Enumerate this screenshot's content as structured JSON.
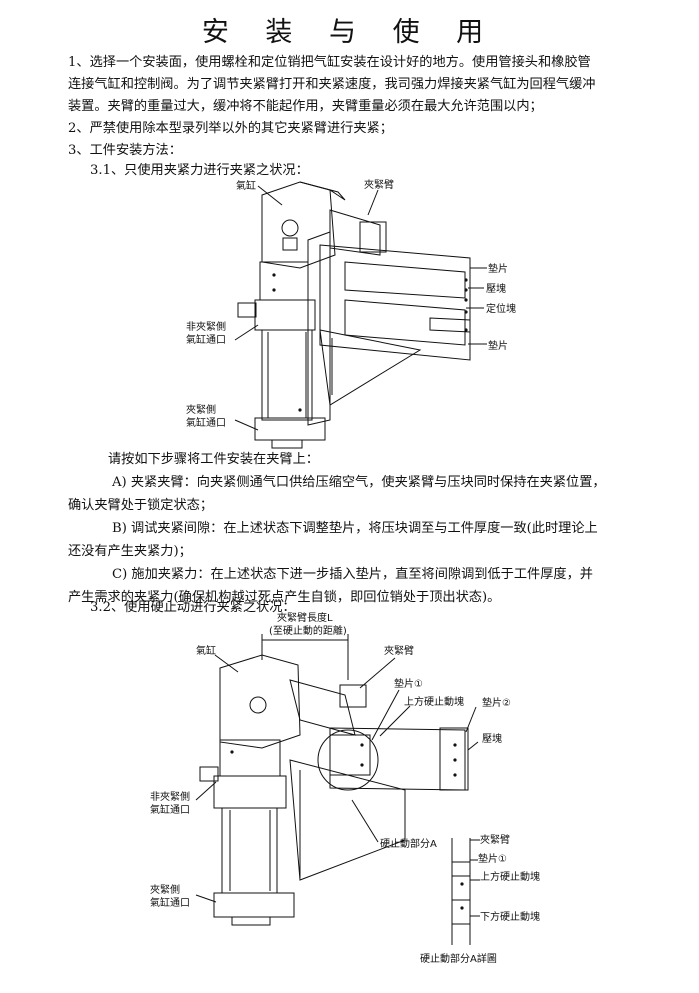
{
  "title": "安 装 与 使 用",
  "intro": {
    "p1_l1": "1、选择一个安装面，使用螺栓和定位销把气缸安装在设计好的地方。使用管接头和橡胶管",
    "p1_l2": "连接气缸和控制阀。为了调节夹紧臂打开和夹紧速度，我司强力焊接夹紧气缸为回程气缓冲",
    "p1_l3": "装置。夹臂的重量过大，缓冲将不能起作用，夹臂重量必须在最大允许范围以内；",
    "p2": "2、严禁使用除本型录列举以外的其它夹紧臂进行夹紧；",
    "p3": "3、工件安装方法："
  },
  "sec31": {
    "heading": "3.1、只使用夹紧力进行夹紧之状况：",
    "labels": {
      "cylinder": "氣缸",
      "clamp_arm": "夾緊臂",
      "shim_top": "墊片",
      "press_block": "壓塊",
      "locate_block": "定位塊",
      "shim_bottom": "墊片",
      "nonclamp_1": "非夾緊側",
      "nonclamp_2": "氣缸通口",
      "clamp_1": "夾緊側",
      "clamp_2": "氣缸通口"
    }
  },
  "steps": {
    "intro": "请按如下步骤将工件安装在夹臂上：",
    "a_l1": "A)  夹紧夹臂：向夹紧侧通气口供给压缩空气，使夹紧臂与压块同时保持在夹紧位置，",
    "a_l2": "确认夹臂处于锁定状态；",
    "b_l1": "B)  调试夹紧间隙：在上述状态下调整垫片，将压块调至与工件厚度一致(此时理论上",
    "b_l2": "还没有产生夹紧力)；",
    "c_l1": "C)  施加夹紧力：在上述状态下进一步插入垫片，直至将间隙调到低于工件厚度，并",
    "c_l2": "产生需求的夹紧力(确保机构越过死点产生自锁，即回位销处于顶出状态)。"
  },
  "sec32": {
    "heading": "3.2、使用硬止动进行夹紧之状况：",
    "labels": {
      "arm_len_1": "夾緊臂長度L",
      "arm_len_2": "(至硬止動的距離)",
      "cylinder": "氣缸",
      "clamp_arm": "夾緊臂",
      "shim1": "墊片①",
      "upper_stop": "上方硬止動塊",
      "shim2": "墊片②",
      "press_block": "壓塊",
      "nonclamp_1": "非夾緊側",
      "nonclamp_2": "氣缸通口",
      "clamp_1": "夾緊側",
      "clamp_2": "氣缸通口",
      "part_a": "硬止動部分A",
      "d_clamp_arm": "夾緊臂",
      "d_shim1": "墊片①",
      "d_upper_stop": "上方硬止動塊",
      "d_lower_stop": "下方硬止動塊",
      "detail_caption": "硬止動部分A詳圖"
    }
  }
}
